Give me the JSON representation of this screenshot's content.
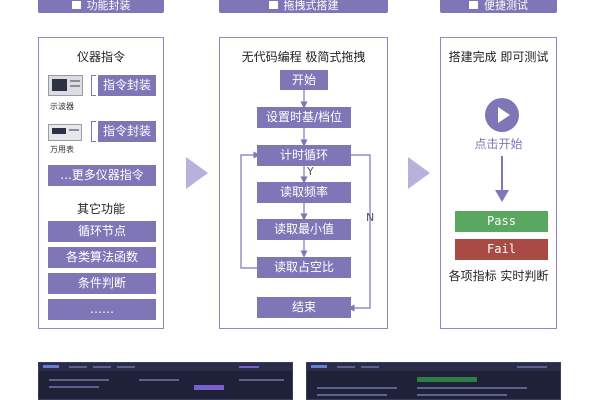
{
  "headers": {
    "left": "功能封装",
    "middle": "拖拽式搭建",
    "right": "便捷测试"
  },
  "left_panel": {
    "title": "仪器指令",
    "devices": [
      {
        "label": "示波器",
        "button": "指令封装"
      },
      {
        "label": "万用表",
        "button": "指令封装"
      }
    ],
    "more_button": "...更多仪器指令",
    "section_title": "其它功能",
    "functions": [
      "循环节点",
      "各类算法函数",
      "条件判断",
      "……"
    ]
  },
  "middle_panel": {
    "title": "无代码编程 极简式拖拽",
    "steps": [
      "开始",
      "设置时基/档位",
      "计时循环",
      "读取频率",
      "读取最小值",
      "读取占空比",
      "结束"
    ],
    "yes_label": "Y",
    "no_label": "N"
  },
  "right_panel": {
    "title": "搭建完成 即可测试",
    "start_label": "点击开始",
    "pass_label": "Pass",
    "fail_label": "Fail",
    "footer": "各项指标 实时判断"
  },
  "colors": {
    "accent": "#7e76b6",
    "pass": "#5aa860",
    "fail": "#a94a45",
    "chevron": "#b7b2db"
  }
}
